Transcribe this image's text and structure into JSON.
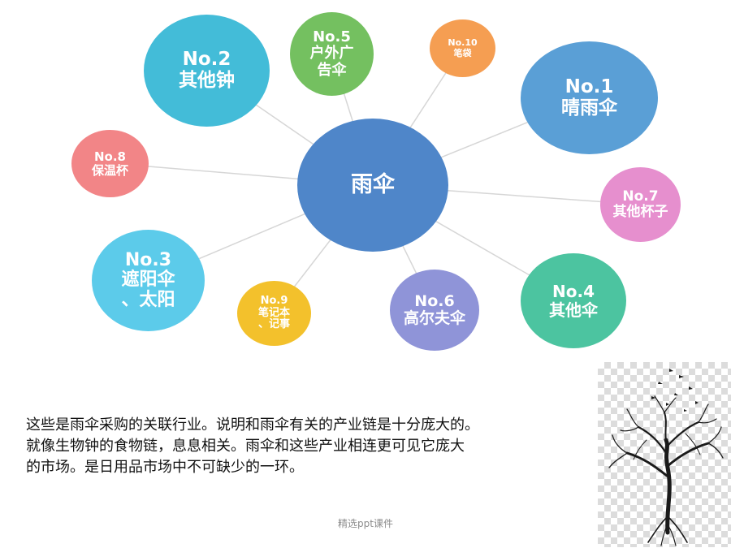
{
  "diagram": {
    "center": {
      "label": "雨伞",
      "color": "#4f86c9"
    },
    "nodes": [
      {
        "id": "n1",
        "rank": "No.1",
        "lines": [
          "晴雨伞"
        ],
        "color": "#5a9fd6"
      },
      {
        "id": "n2",
        "rank": "No.2",
        "lines": [
          "其他钟"
        ],
        "color": "#43bcd8"
      },
      {
        "id": "n3",
        "rank": "No.3",
        "lines": [
          "遮阳伞",
          "、太阳"
        ],
        "color": "#5ccbea"
      },
      {
        "id": "n4",
        "rank": "No.4",
        "lines": [
          "其他伞"
        ],
        "color": "#4cc4a0"
      },
      {
        "id": "n5",
        "rank": "No.5",
        "lines": [
          "户外广",
          "告伞"
        ],
        "color": "#74c060"
      },
      {
        "id": "n6",
        "rank": "No.6",
        "lines": [
          "高尔夫伞"
        ],
        "color": "#8f94d8"
      },
      {
        "id": "n7",
        "rank": "No.7",
        "lines": [
          "其他杯子"
        ],
        "color": "#e68fce"
      },
      {
        "id": "n8",
        "rank": "No.8",
        "lines": [
          "保温杯"
        ],
        "color": "#f28587"
      },
      {
        "id": "n9",
        "rank": "No.9",
        "lines": [
          "笔记本",
          "、记事"
        ],
        "color": "#f3c12c"
      },
      {
        "id": "n10",
        "rank": "No.10",
        "lines": [
          "笔袋"
        ],
        "color": "#f59e52"
      }
    ],
    "link_color": "#d6d6d6"
  },
  "caption": {
    "lines": [
      "这些是雨伞采购的关联行业。说明和雨伞有关的产业链是十分庞大的。",
      "就像生物钟的食物链，息息相关。雨伞和这些产业相连更可见它庞大",
      "的市场。是日用品市场中不可缺少的一环。"
    ]
  },
  "illustration": {
    "icon": "tree-with-birds-icon"
  },
  "footer": {
    "text": "精选ppt课件"
  }
}
